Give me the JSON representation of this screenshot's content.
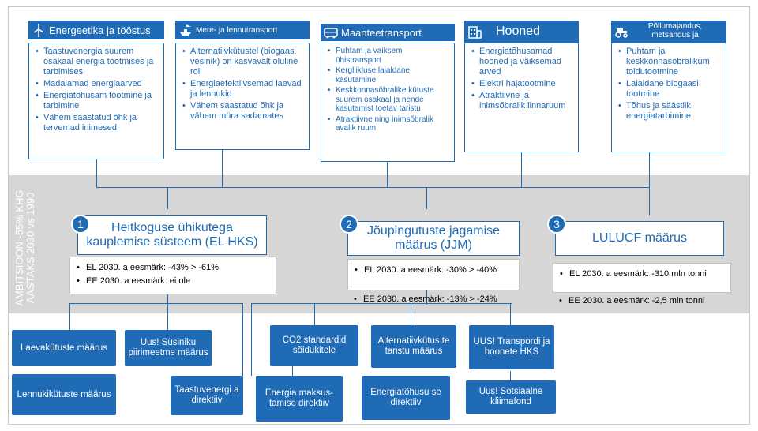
{
  "side_label": "AMBITSIOON -55% KHG AASTAKS 2030 vs 1990",
  "sectors": [
    {
      "title": "Energeetika ja tööstus",
      "icon": "wind-turbine-icon",
      "items": [
        "Taastuvenergia suurem osakaal energia tootmises ja tarbimises",
        "Madalamad energiaarved",
        "Energiatõhusam tootmine ja tarbimine",
        "Vähem saastatud õhk ja tervemad inimesed"
      ]
    },
    {
      "title": "Mere- ja lennutransport",
      "icon": "ship-plane-icon",
      "items": [
        "Alternatiivkütustel (biogaas, vesinik) on kasvavalt oluline roll",
        "Energiaefektiivsemad laevad ja lennukid",
        "Vähem saastatud õhk ja vähem müra sadamates"
      ]
    },
    {
      "title": "Maanteetransport",
      "icon": "bus-icon",
      "items": [
        "Puhtam ja vaiksem ühistransport",
        "Kergliikluse laialdane kasutamine",
        "Keskkonnasõbralike kütuste suurem osakaal ja nende kasutamist toetav taristu",
        "Atraktiivne ning inimsõbralik avalik ruum"
      ]
    },
    {
      "title": "Hooned",
      "icon": "building-icon",
      "items": [
        "Energiatõhusamad hooned ja väiksemad arved",
        "Elektri hajatootmine",
        "Atraktiivne ja inimsõbralik linnaruum"
      ]
    },
    {
      "title": "Põllumajandus, metsandus ja",
      "icon": "tractor-icon",
      "items": [
        "Puhtam ja keskkonnasõbralikum toidutootmine",
        "Laialdane biogaasi tootmine",
        "Tõhus ja säästlik energiatarbimine"
      ]
    }
  ],
  "regulations": [
    {
      "number": "1",
      "title": "Heitkoguse ühikutega kauplemise süsteem (EL HKS)",
      "targets": [
        "EL 2030. a eesmärk: -43% > -61%",
        "EE 2030. a eesmärk: ei ole"
      ]
    },
    {
      "number": "2",
      "title": "Jõupingutuste jagamise määrus (JJM)",
      "targets": [
        "EL 2030. a eesmärk: -30% > -40%",
        "EE 2030. a eesmärk: -13% > -24%"
      ]
    },
    {
      "number": "3",
      "title": "LULUCF määrus",
      "targets": [
        "EL 2030. a eesmärk: -310 mln tonni",
        "EE 2030. a eesmärk:  -2,5 mln tonni"
      ]
    }
  ],
  "measures": {
    "laevakytuste": "Laevakütuste määrus",
    "susiniku": "Uus! Süsiniku piirimeetme määrus",
    "co2": "CO2 standardid sõidukitele",
    "alternatiiv": "Alternatiivkütus te taristu määrus",
    "transpordi_hks": "UUS! Transpordi ja hoonete HKS",
    "lennukikytuste": "Lennukikütuste määrus",
    "taastuv": "Taastuvenergi a direktiiv",
    "maksustamine": "Energia maksus-tamise direktiiv",
    "energiatohusus": "Energiatõhusu se direktiiv",
    "sotsiaalne": "Uus! Sotsiaalne kliimafond"
  },
  "colors": {
    "accent": "#1f6bb5",
    "band": "#d6d6d6"
  }
}
